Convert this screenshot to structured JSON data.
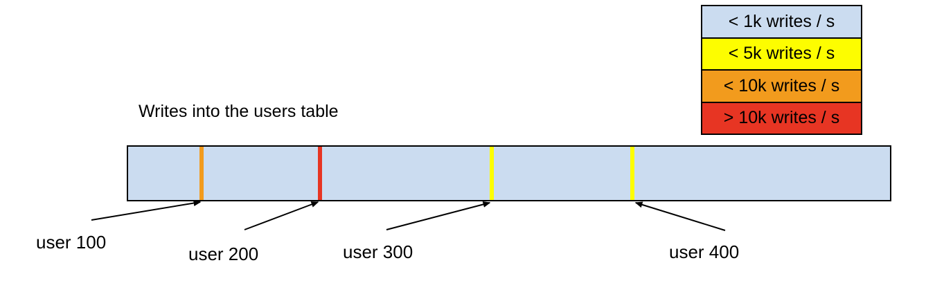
{
  "title": "Writes into the users table",
  "legend": {
    "items": [
      {
        "label": "< 1k writes / s",
        "color": "#CBDCF0"
      },
      {
        "label": "< 5k writes / s",
        "color": "#FDFD00"
      },
      {
        "label": "< 10k writes / s",
        "color": "#F29B1D"
      },
      {
        "label": "> 10k writes / s",
        "color": "#E73523"
      }
    ]
  },
  "bar": {
    "fill_color": "#CBDCF0",
    "border_color": "#000000"
  },
  "markers": [
    {
      "label": "user 100",
      "color": "#F29B1D",
      "position_frac": 0.098
    },
    {
      "label": "user 200",
      "color": "#E73523",
      "position_frac": 0.253
    },
    {
      "label": "user 300",
      "color": "#FDFD00",
      "position_frac": 0.477
    },
    {
      "label": "user 400",
      "color": "#FDFD00",
      "position_frac": 0.661
    }
  ]
}
